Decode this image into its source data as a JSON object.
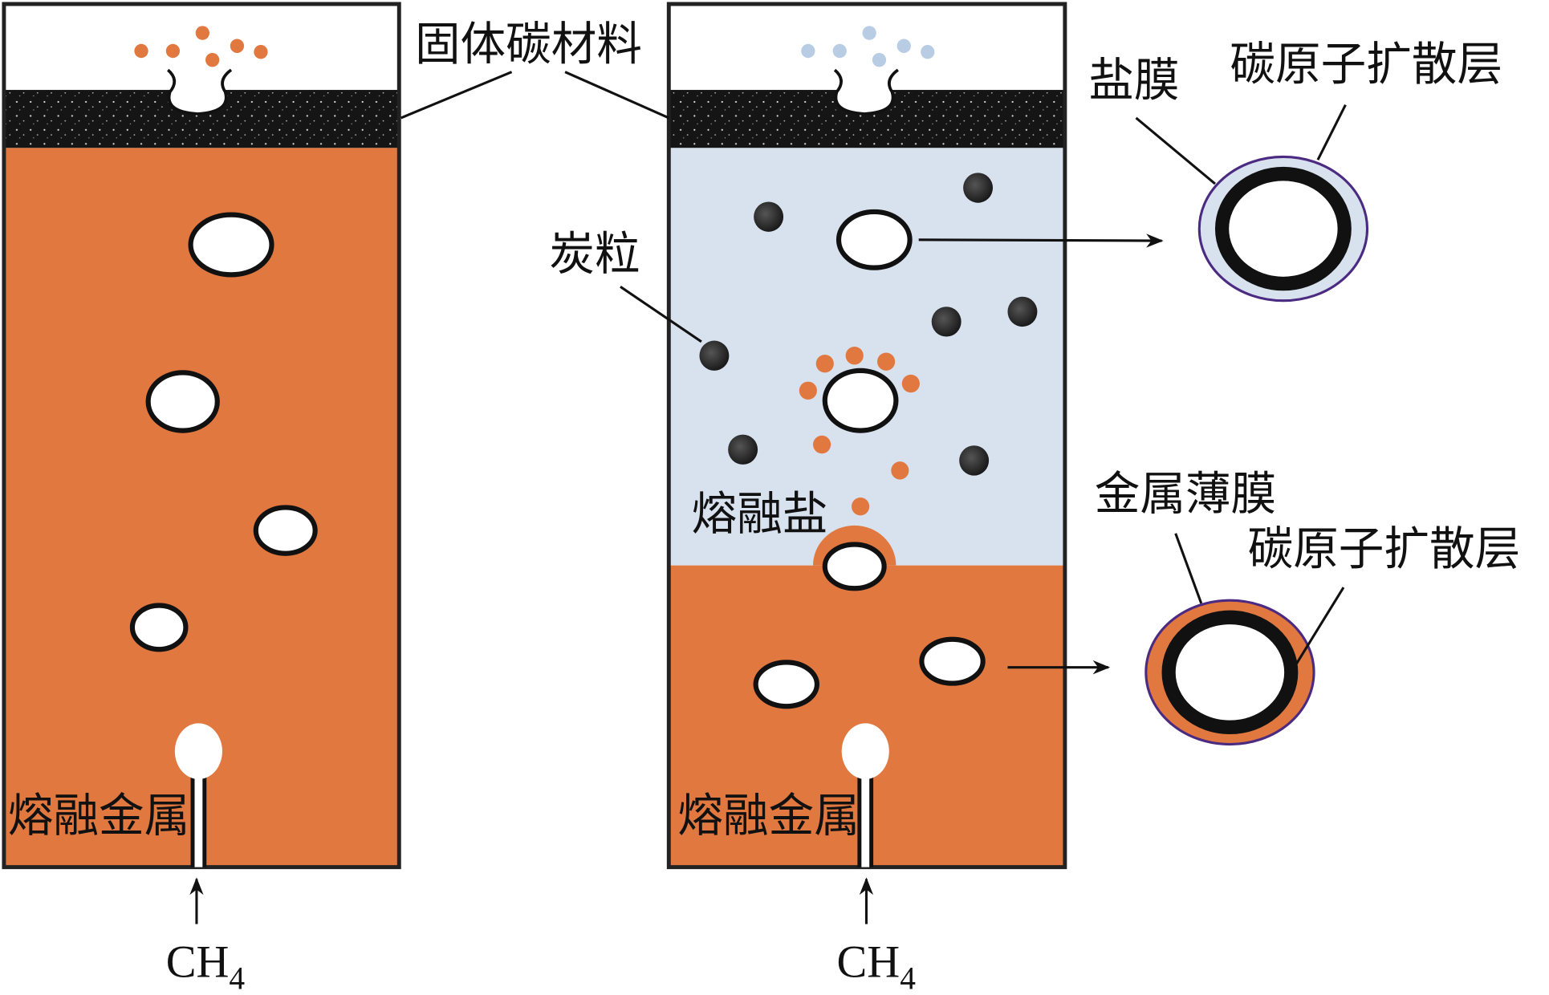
{
  "labels": {
    "solid_carbon": "固体碳材料",
    "salt_film": "盐膜",
    "carbon_diffusion_layer_1": "碳原子扩散层",
    "carbon_particles": "炭粒",
    "molten_salt": "熔融盐",
    "metal_film": "金属薄膜",
    "carbon_diffusion_layer_2": "碳原子扩散层",
    "molten_metal_left": "熔融金属",
    "molten_metal_right": "熔融金属",
    "gas_left": "CH",
    "gas_left_sub": "4",
    "gas_right": "CH",
    "gas_right_sub": "4"
  },
  "colors": {
    "molten_metal": "#E07840",
    "molten_salt": "#D8E1EE",
    "carbon": "#111111",
    "film_border": "#4B2A82"
  }
}
